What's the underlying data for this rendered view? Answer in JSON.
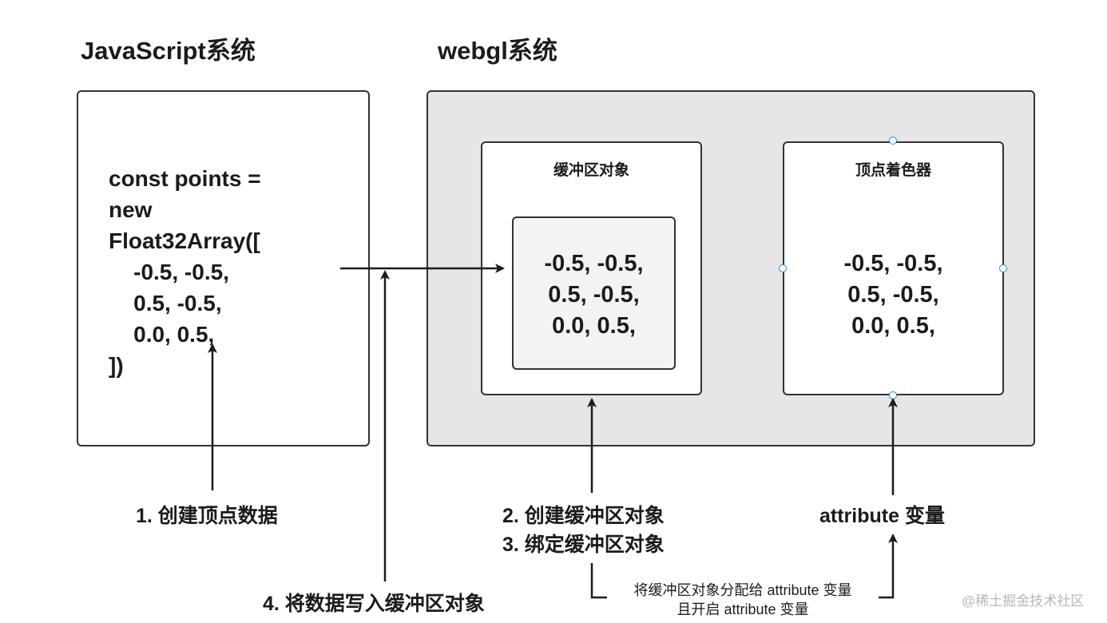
{
  "titles": {
    "js": "JavaScript系统",
    "webgl": "webgl系统"
  },
  "js_code": "const points =\nnew\nFloat32Array([\n    -0.5, -0.5,\n    0.5, -0.5,\n    0.0, 0.5,\n])",
  "buffer": {
    "caption": "缓冲区对象",
    "values": "-0.5, -0.5,\n0.5, -0.5,\n0.0, 0.5,"
  },
  "shader": {
    "caption": "顶点着色器",
    "values": "-0.5, -0.5,\n0.5, -0.5,\n0.0, 0.5,"
  },
  "steps": {
    "s1": "1. 创建顶点数据",
    "s2": "2. 创建缓冲区对象",
    "s3": "3. 绑定缓冲区对象",
    "s4": "4. 将数据写入缓冲区对象",
    "attr": "attribute 变量"
  },
  "note": {
    "line1": "将缓冲区对象分配给 attribute 变量",
    "line2": "且开启 attribute 变量"
  },
  "watermark": "@稀土掘金技术社区"
}
